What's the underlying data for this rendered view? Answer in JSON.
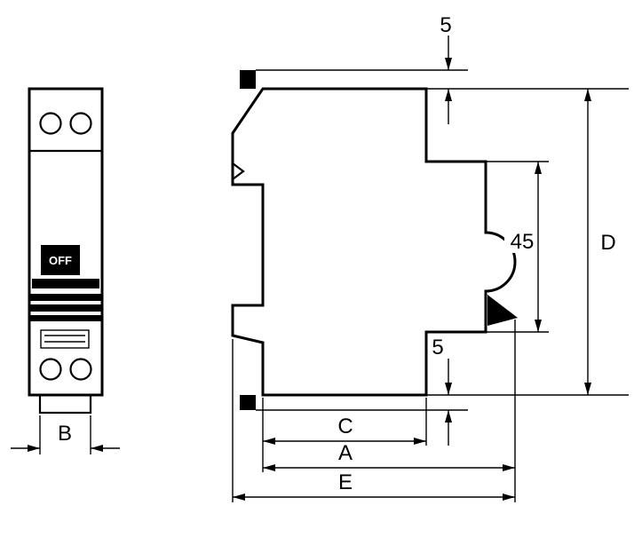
{
  "drawing": {
    "front_view": {
      "switch_label": "OFF",
      "width_dim_label": "B"
    },
    "side_view": {
      "top_clearance_dim_label": "5",
      "front_section_height_dim_label": "45",
      "total_height_dim_label": "D",
      "bottom_clearance_dim_label": "5",
      "width_c_dim_label": "C",
      "width_a_dim_label": "A",
      "width_e_dim_label": "E"
    },
    "colors": {
      "line": "#000000",
      "background": "#ffffff",
      "fill": "#000000"
    }
  }
}
